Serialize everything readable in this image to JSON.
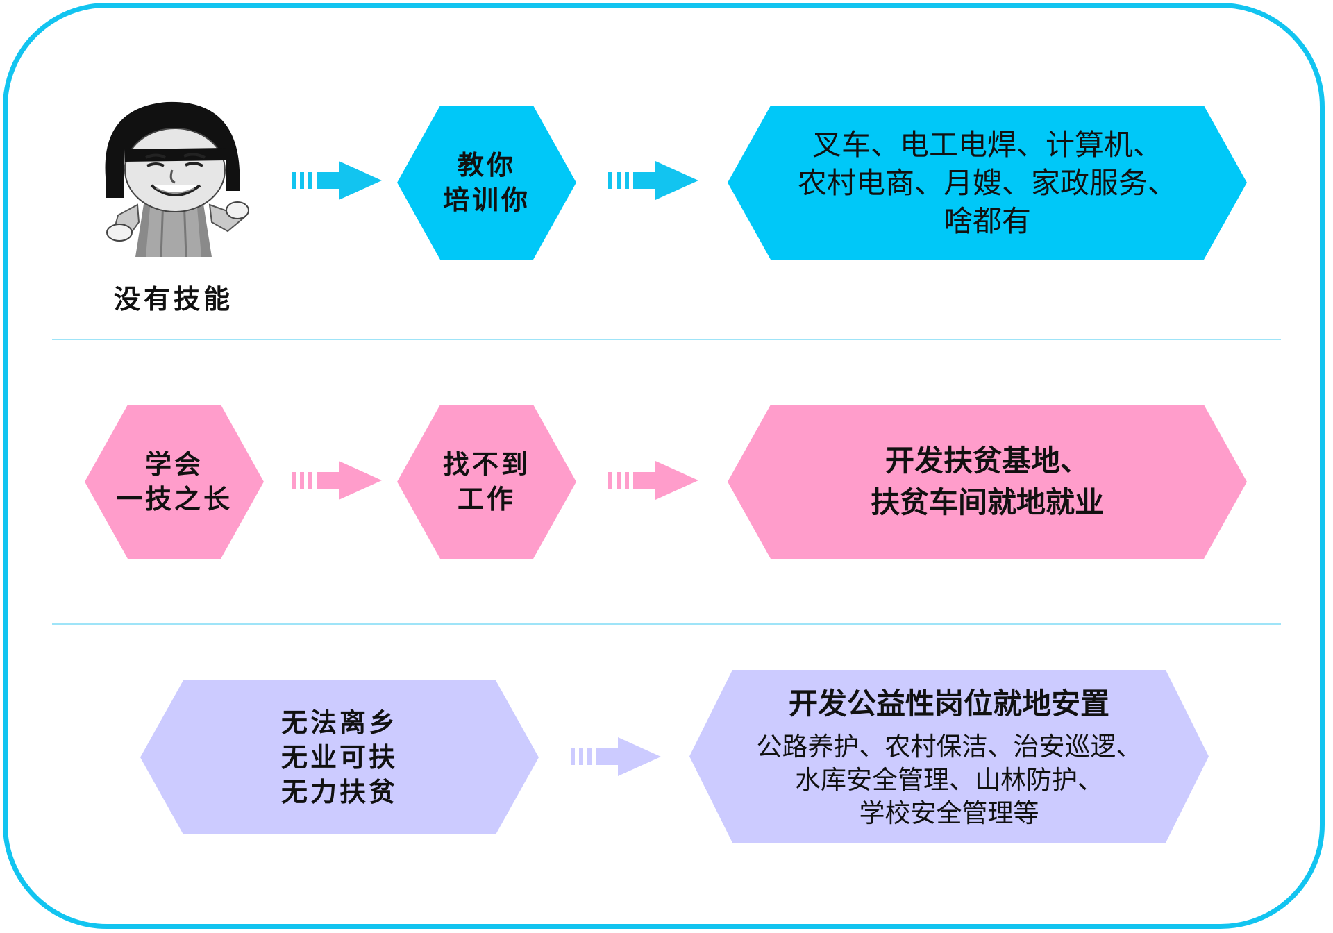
{
  "colors": {
    "frame": "#12c4f0",
    "blue": "#00c8f8",
    "pink": "#ff9dcb",
    "lavender": "#cccbff",
    "blue_arrow": "#12c4f0",
    "pink_arrow": "#ff9dcb",
    "lavender_arrow": "#cccbff"
  },
  "row1": {
    "caption": "没有技能",
    "meme_icon": "shrugging-cartoon-face",
    "mid_lines": [
      "教你",
      "培训你"
    ],
    "right_lines": [
      "叉车、电工电焊、计算机、",
      "农村电商、月嫂、家政服务、",
      "啥都有"
    ]
  },
  "row2": {
    "left_lines": [
      "学会",
      "一技之长"
    ],
    "mid_lines": [
      "找不到",
      "工作"
    ],
    "right_lines": [
      "开发扶贫基地、",
      "扶贫车间就地就业"
    ]
  },
  "row3": {
    "left_lines": [
      "无法离乡",
      "无业可扶",
      "无力扶贫"
    ],
    "right_title": "开发公益性岗位就地安置",
    "right_lines": [
      "公路养护、农村保洁、治安巡逻、",
      "水库安全管理、山林防护、",
      "学校安全管理等"
    ]
  }
}
